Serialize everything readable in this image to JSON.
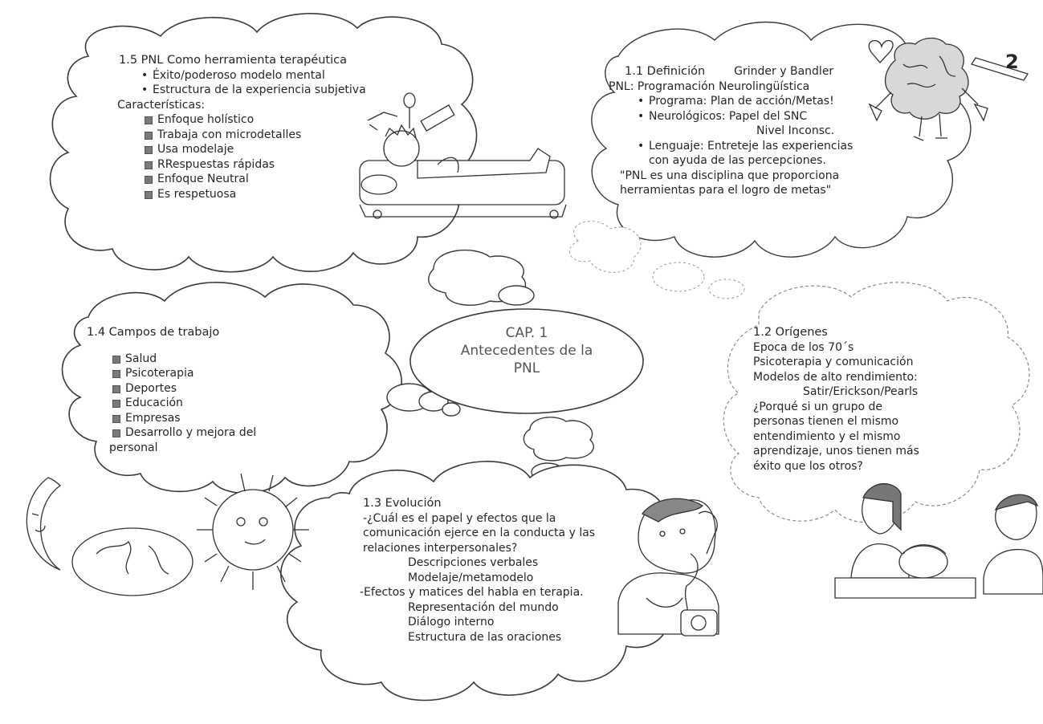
{
  "center": {
    "line1": "CAP. 1",
    "line2": "Antecedentes de la",
    "line3": "PNL"
  },
  "s15": {
    "title": "1.5 PNL Como herramienta terapéutica",
    "points": [
      "Éxito/poderoso modelo mental",
      "Estructura de la experiencia subjetiva"
    ],
    "subtitle": "Características:",
    "features": [
      "Enfoque holístico",
      "Trabaja con microdetalles",
      "Usa modelaje",
      "RRespuestas rápidas",
      "Enfoque Neutral",
      "Es respetuosa"
    ]
  },
  "s11": {
    "title": "1.1  Definición",
    "authors": "Grinder y Bandler",
    "pnl_label": "PNL: Programación",
    "pnl_rest": "Neurolingüística",
    "items": [
      {
        "main": "Programa: Plan de acción/Metas!",
        "extra": ""
      },
      {
        "main": "Neurológicos: Papel del SNC",
        "extra": "Nivel Inconsc."
      },
      {
        "main": "Lenguaje: Entreteje las experiencias",
        "extra": "con ayuda de las percepciones."
      }
    ],
    "quote_line1": "\"PNL es una disciplina que proporciona",
    "quote_line2": "herramientas para el logro de metas\""
  },
  "s14": {
    "title": "1.4 Campos de trabajo",
    "fields": [
      "Salud",
      "Psicoterapia",
      "Deportes",
      "Educación",
      "Empresas",
      "Desarrollo y mejora del"
    ],
    "tail": "personal"
  },
  "s12": {
    "title": "1.2 Orígenes",
    "lines": [
      "Epoca de los 70´s",
      "Psicoterapia y comunicación",
      "Modelos de alto rendimiento:",
      "Satir/Erickson/Pearls",
      "¿Porqué si un grupo de",
      "personas tienen el mismo",
      "entendimiento y el mismo",
      "aprendizaje, unos tienen más",
      "éxito que los otros?"
    ]
  },
  "s13": {
    "title": "1.3 Evolución",
    "q_line1": "-¿Cuál es el papel y efectos que la",
    "q_line2": "comunicación ejerce en la conducta y las",
    "q_line3": "relaciones interpersonales?",
    "sub1": [
      "Descripciones verbales",
      "Modelaje/metamodelo"
    ],
    "effects": "-Efectos y matices del habla en terapia.",
    "sub2": [
      "Representación del mundo",
      "Diálogo interno",
      "Estructura de las oraciones"
    ]
  },
  "badge_number": "2",
  "colors": {
    "ink": "#2a2a2a",
    "cloud_stroke": "#3c3c3c",
    "faint": "#9a9a9a",
    "bullet": "#7a7a7a"
  }
}
